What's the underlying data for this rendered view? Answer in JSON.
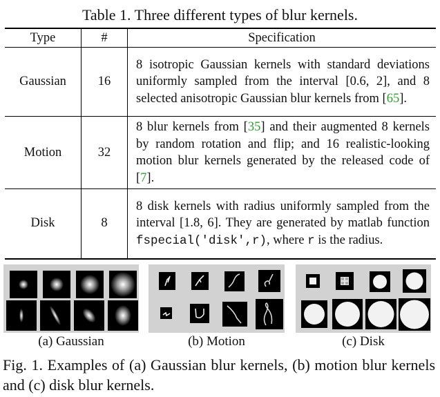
{
  "table": {
    "caption": "Table 1. Three different types of blur kernels.",
    "headers": [
      "Type",
      "#",
      "Specification"
    ],
    "rows": [
      {
        "type": "Gaussian",
        "count": "16",
        "spec": {
          "t1": "8 isotropic Gaussian kernels with standard deviations uniformly sampled from the interval [0.6, 2], and 8 selected anisotropic Gaussian blur kernels from [",
          "ref1": "65",
          "t2": "]."
        }
      },
      {
        "type": "Motion",
        "count": "32",
        "spec": {
          "t1": "8 blur kernels from [",
          "ref1": "35",
          "t2": "] and their augmented 8 kernels by random rotation and flip; and 16 realistic-looking motion blur kernels generated by the released code of [",
          "ref2": "7",
          "t3": "]."
        }
      },
      {
        "type": "Disk",
        "count": "8",
        "spec": {
          "t1": "8 disk kernels with radius uniformly sampled from the interval [1.8, 6]. They are generated by matlab function ",
          "code1": "fspecial('disk',r)",
          "t2": ", where ",
          "code2": "r",
          "t3": " is the radius."
        }
      }
    ]
  },
  "figure": {
    "subcaptions": [
      "(a) Gaussian",
      "(b) Motion",
      "(c) Disk"
    ],
    "caption": "Fig. 1. Examples of (a) Gaussian blur kernels, (b) motion blur kernels and (c) disk blur kernels."
  },
  "colors": {
    "reference": "#2ba02b",
    "panel_bg": "#d2d2d2",
    "tile_bg": "#000000"
  }
}
